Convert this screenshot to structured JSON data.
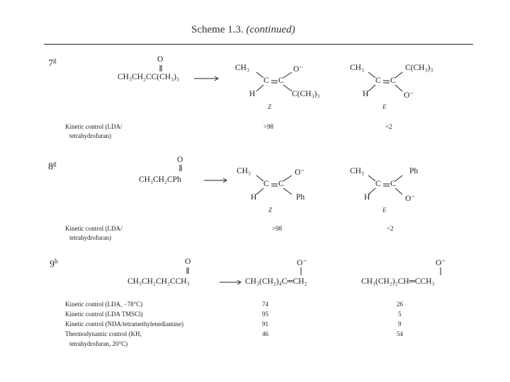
{
  "title": {
    "main": "Scheme 1.3.",
    "continued": "(continued)"
  },
  "entries": [
    {
      "number": "7",
      "ref": "g",
      "reactant": {
        "carbonyl": "O",
        "formula": "CH₃CH₂CC(CH₃)₃"
      },
      "z_product": {
        "tl": "CH₃",
        "tr": "O⁻",
        "bl": "H",
        "br": "C(CH₃)₃",
        "c1": "C",
        "c2": "C",
        "label": "Z"
      },
      "e_product": {
        "tl": "CH₃",
        "tr": "C(CH₃)₃",
        "bl": "H",
        "br": "O⁻",
        "c1": "C",
        "c2": "C",
        "label": "E"
      },
      "conditions": [
        {
          "text": "Kinetic control (LDA/",
          "z": ">98",
          "e": "<2"
        },
        {
          "text": "tetrahydrofuran)",
          "z": "",
          "e": ""
        }
      ]
    },
    {
      "number": "8",
      "ref": "g",
      "reactant": {
        "carbonyl": "O",
        "formula": "CH₃CH₂CPh"
      },
      "z_product": {
        "tl": "CH₃",
        "tr": "O⁻",
        "bl": "H",
        "br": "Ph",
        "c1": "C",
        "c2": "C",
        "label": "Z"
      },
      "e_product": {
        "tl": "CH₃",
        "tr": "Ph",
        "bl": "H",
        "br": "O⁻",
        "c1": "C",
        "c2": "C",
        "label": "E"
      },
      "conditions": [
        {
          "text": "Kinetic control (LDA/",
          "z": ">98",
          "e": "<2"
        },
        {
          "text": "tetrahydrofuran)",
          "z": "",
          "e": ""
        }
      ]
    },
    {
      "number": "9",
      "ref": "h",
      "reactant": {
        "carbonyl": "O",
        "formula": "CH₃CH₂CH₂CCH₃"
      },
      "product_a": {
        "top": "O⁻",
        "formula": "CH₃(CH₂)₄C═CH₂"
      },
      "product_b": {
        "top": "O⁻",
        "formula": "CH₃(CH₂)₂CH═CCH₃"
      },
      "conditions": [
        {
          "text": "Kinetic control (LDA, −78°C)",
          "a": "74",
          "b": "26"
        },
        {
          "text": "Kinetic control (LDA TMSCl)",
          "a": "95",
          "b": "5"
        },
        {
          "text": "Kinetic control (NDA/tetramethylenediamine)",
          "a": "91",
          "b": "9"
        },
        {
          "text": "Thermodynamic control (KH,",
          "a": "46",
          "b": "54"
        },
        {
          "text": "tetrahydrofuran, 20°C)",
          "a": "",
          "b": ""
        }
      ]
    }
  ]
}
